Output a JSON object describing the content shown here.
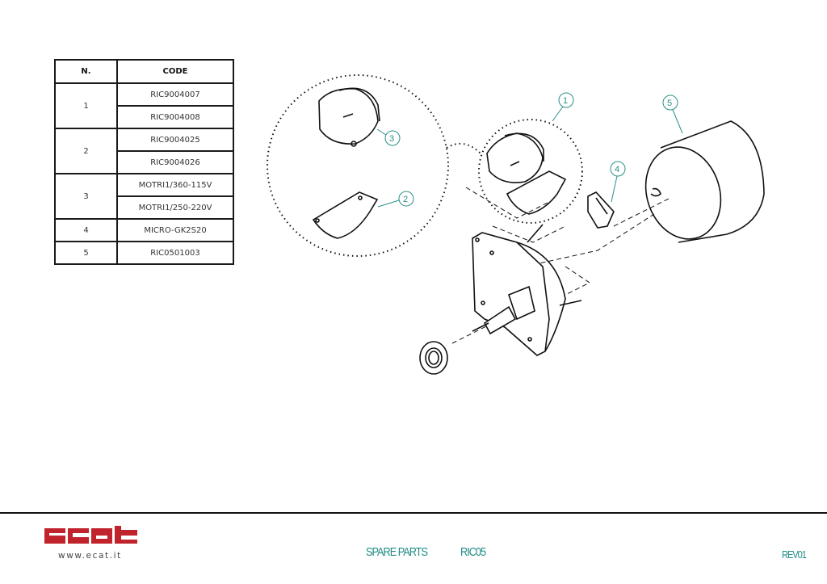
{
  "table": {
    "headers": {
      "n": "N.",
      "code": "CODE"
    },
    "groups": [
      {
        "n": "1",
        "codes": [
          "RIC9004007",
          "RIC9004008"
        ]
      },
      {
        "n": "2",
        "codes": [
          "RIC9004025",
          "RIC9004026"
        ]
      },
      {
        "n": "3",
        "codes": [
          "MOTRI1/360-115V",
          "MOTRI1/250-220V"
        ]
      },
      {
        "n": "4",
        "codes": [
          "MICRO-GK2S20"
        ]
      },
      {
        "n": "5",
        "codes": [
          "RIC0501003"
        ]
      }
    ]
  },
  "drawing": {
    "balloons": [
      "1",
      "2",
      "3",
      "4",
      "5"
    ],
    "balloon_color": "#2a8f86"
  },
  "footer": {
    "logo_text": "ecat",
    "logo_color": "#c0232b",
    "website": "www.ecat.it",
    "section": "SPARE PARTS",
    "model": "RIC05",
    "revision": "REV01",
    "accent_color": "#1f8c86"
  }
}
